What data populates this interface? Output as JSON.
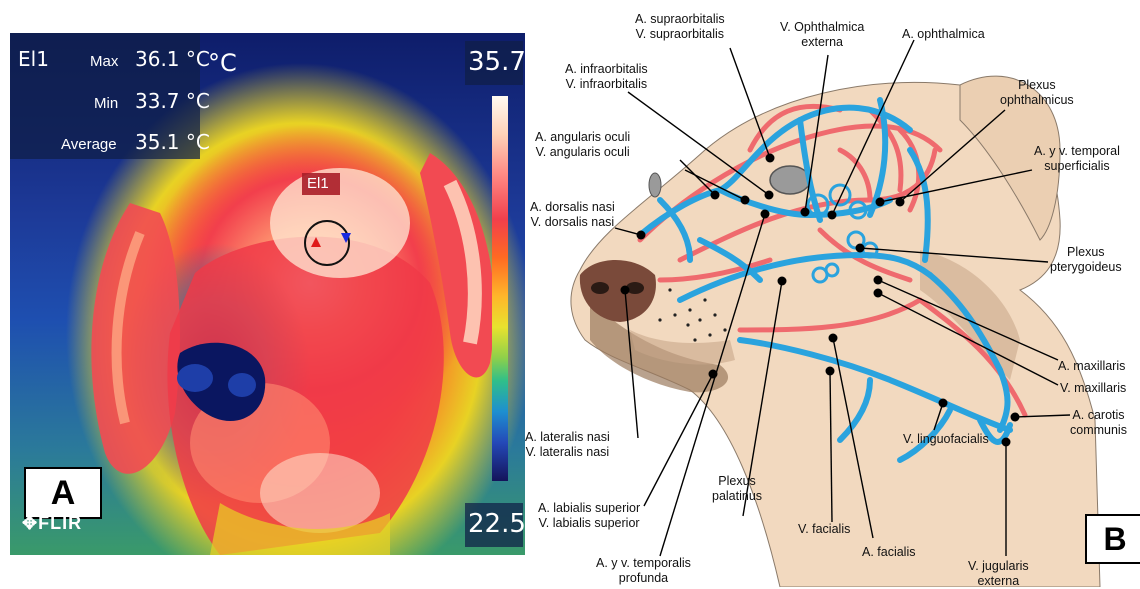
{
  "panel_a": {
    "panel_label": "A",
    "spot_label": "El1",
    "readout_title": "El1",
    "max_label": "Max",
    "max_value": "36.1 °C",
    "min_label": "Min",
    "min_value": "33.7 °C",
    "average_label": "Average",
    "average_value": "35.1 °C",
    "unit": "°C",
    "scale_max": "35.7",
    "scale_min": "22.5",
    "logo_text": "FLIR",
    "colors": {
      "hot": "#fffaf2",
      "warm": "#f23f4c",
      "mid": "#e8e22e",
      "cool": "#1e8fd0",
      "cold": "#14145a"
    }
  },
  "panel_b": {
    "panel_label": "B",
    "labels": {
      "supraorbitalis": [
        "A. supraorbitalis",
        "V. supraorbitalis"
      ],
      "ophthalmica_externa": [
        "V. Ophthalmica",
        "externa"
      ],
      "ophthalmica": [
        "A. ophthalmica"
      ],
      "infraorbitalis": [
        "A. infraorbitalis",
        "V. infraorbitalis"
      ],
      "plexus_ophthalmicus": [
        "Plexus",
        "ophthalmicus"
      ],
      "angularis_oculi": [
        "A. angularis oculi",
        "V. angularis oculi"
      ],
      "temporal_superficialis": [
        "A. y v. temporal",
        "superficialis"
      ],
      "dorsalis_nasi": [
        "A. dorsalis nasi",
        "V. dorsalis nasi"
      ],
      "plexus_pterygoideus": [
        "Plexus",
        "pterygoideus"
      ],
      "maxillaris_a": [
        "A. maxillaris"
      ],
      "maxillaris_v": [
        "V. maxillaris"
      ],
      "carotis": [
        "A. carotis",
        "communis"
      ],
      "lateralis_nasi": [
        "A. lateralis nasi",
        "V. lateralis nasi"
      ],
      "linguofacialis": [
        "V. linguofacialis"
      ],
      "labialis_superior": [
        "A. labialis superior",
        "V. labialis superior"
      ],
      "plexus_palatinus": [
        "Plexus",
        "palatinus"
      ],
      "v_facialis": [
        "V. facialis"
      ],
      "a_facialis": [
        "A. facialis"
      ],
      "jugularis": [
        "V. jugularis",
        "externa"
      ],
      "temporalis_profunda": [
        "A. y v. temporalis",
        "profunda"
      ]
    },
    "colors": {
      "skin": "#f2d9bf",
      "artery": "#ef6a6e",
      "vein": "#2aa3de",
      "nose": "#7a4a3a",
      "line": "#000000"
    }
  }
}
